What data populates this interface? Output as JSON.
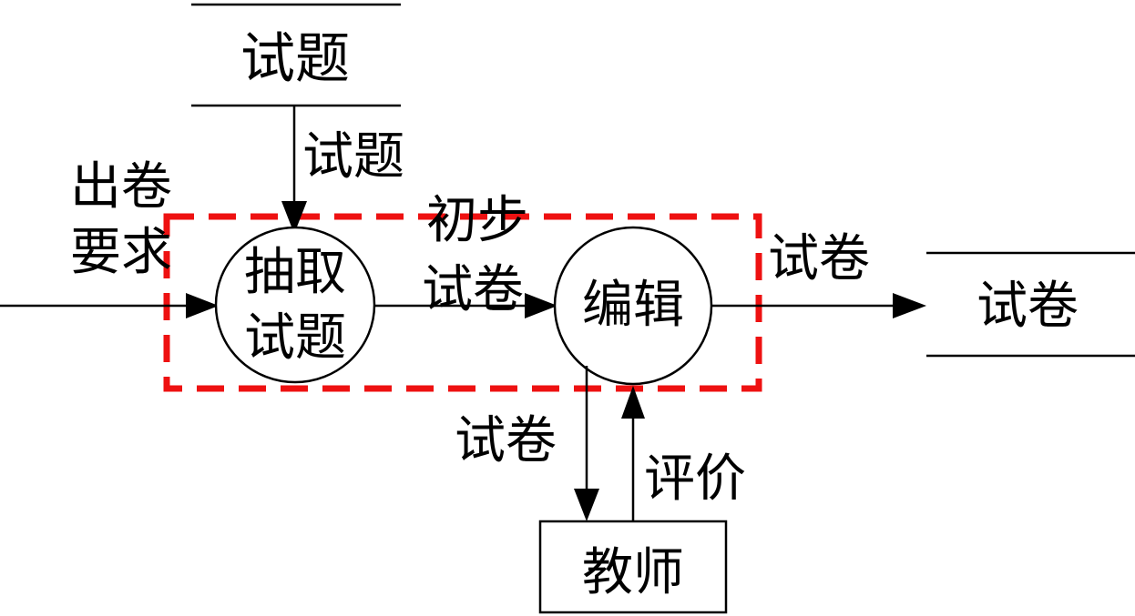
{
  "diagram": {
    "type": "data-flow-diagram",
    "language": "zh-CN",
    "colors": {
      "line": "#000000",
      "highlight_box": "#ee1111",
      "background": "#ffffff"
    },
    "stores": {
      "questions": {
        "label": "试题"
      },
      "paper": {
        "label": "试卷"
      }
    },
    "processes": {
      "extract": {
        "label_line1": "抽取",
        "label_line2": "试题"
      },
      "edit": {
        "label": "编辑"
      }
    },
    "entities": {
      "teacher": {
        "label": "教师"
      }
    },
    "flows": {
      "requirements": {
        "label_line1": "出卷",
        "label_line2": "要求"
      },
      "questions_in": {
        "label": "试题"
      },
      "draft_paper": {
        "label_line1": "初步",
        "label_line2": "试卷"
      },
      "paper_out": {
        "label": "试卷"
      },
      "paper_to_teacher": {
        "label": "试卷"
      },
      "evaluation": {
        "label": "评价"
      }
    }
  }
}
